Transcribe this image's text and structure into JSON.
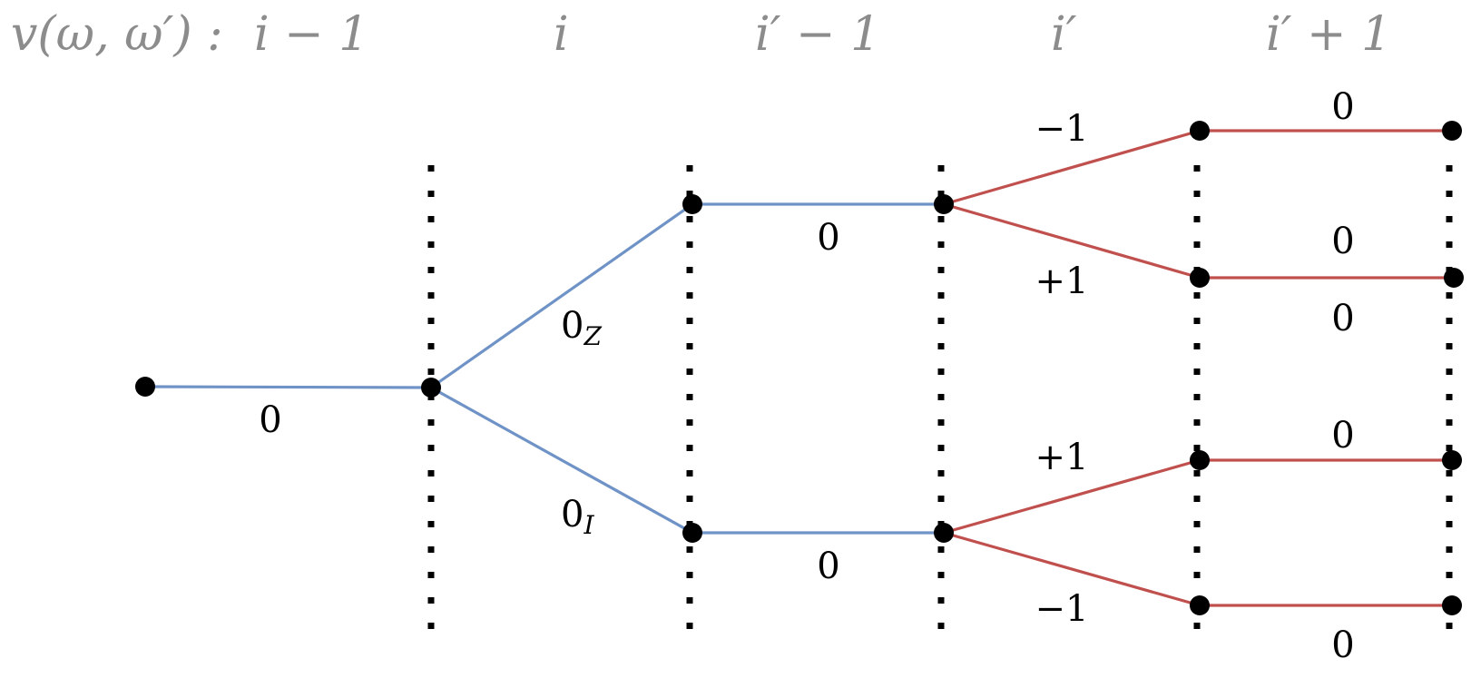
{
  "header": {
    "title": "v(ω, ω′) :",
    "columns": [
      "i − 1",
      "i",
      "i′ − 1",
      "i′",
      "i′ + 1"
    ]
  },
  "colors": {
    "header_text": "#8c8c8c",
    "blue_edge": "#6f93c6",
    "red_edge": "#c0504d",
    "node": "#000000",
    "separator": "#000000"
  },
  "edges": {
    "root": "0",
    "upper_branch": {
      "value": "0",
      "sub": "Z"
    },
    "lower_branch": {
      "value": "0",
      "sub": "I"
    },
    "upper_middle": "0",
    "lower_middle": "0",
    "upper_up": "−1",
    "upper_down": "+1",
    "lower_up": "+1",
    "lower_down": "−1",
    "final_1": "0",
    "final_2a": "0",
    "final_2b": "0",
    "final_3": "0",
    "final_4": "0"
  }
}
